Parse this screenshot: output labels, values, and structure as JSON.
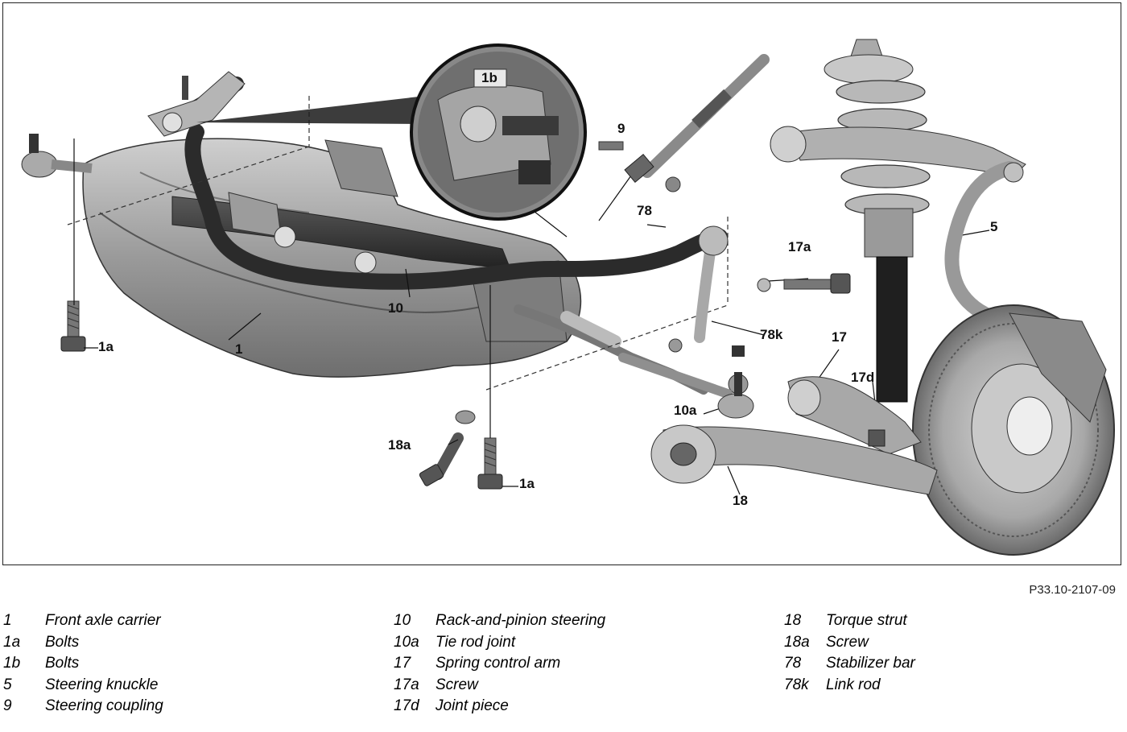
{
  "figure_code": "P33.10-2107-09",
  "callouts": {
    "c1b": "1b",
    "c9": "9",
    "c78": "78",
    "c5": "5",
    "c17a": "17a",
    "c10": "10",
    "c1a_left": "1a",
    "c1": "1",
    "c78k": "78k",
    "c17": "17",
    "c17d": "17d",
    "c10a": "10a",
    "c18a": "18a",
    "c1a_bottom": "1a",
    "c18": "18"
  },
  "legend": {
    "col1": [
      {
        "num": "1",
        "text": "Front axle carrier"
      },
      {
        "num": "1a",
        "text": "Bolts"
      },
      {
        "num": "1b",
        "text": "Bolts"
      },
      {
        "num": "5",
        "text": "Steering knuckle"
      },
      {
        "num": "9",
        "text": "Steering coupling"
      }
    ],
    "col2": [
      {
        "num": "10",
        "text": "Rack-and-pinion steering"
      },
      {
        "num": "10a",
        "text": "Tie rod joint"
      },
      {
        "num": "17",
        "text": "Spring control arm"
      },
      {
        "num": "17a",
        "text": "Screw"
      },
      {
        "num": "17d",
        "text": "Joint piece"
      }
    ],
    "col3": [
      {
        "num": "18",
        "text": "Torque strut"
      },
      {
        "num": "18a",
        "text": "Screw"
      },
      {
        "num": "78",
        "text": "Stabilizer bar"
      },
      {
        "num": "78k",
        "text": "Link rod"
      }
    ]
  }
}
